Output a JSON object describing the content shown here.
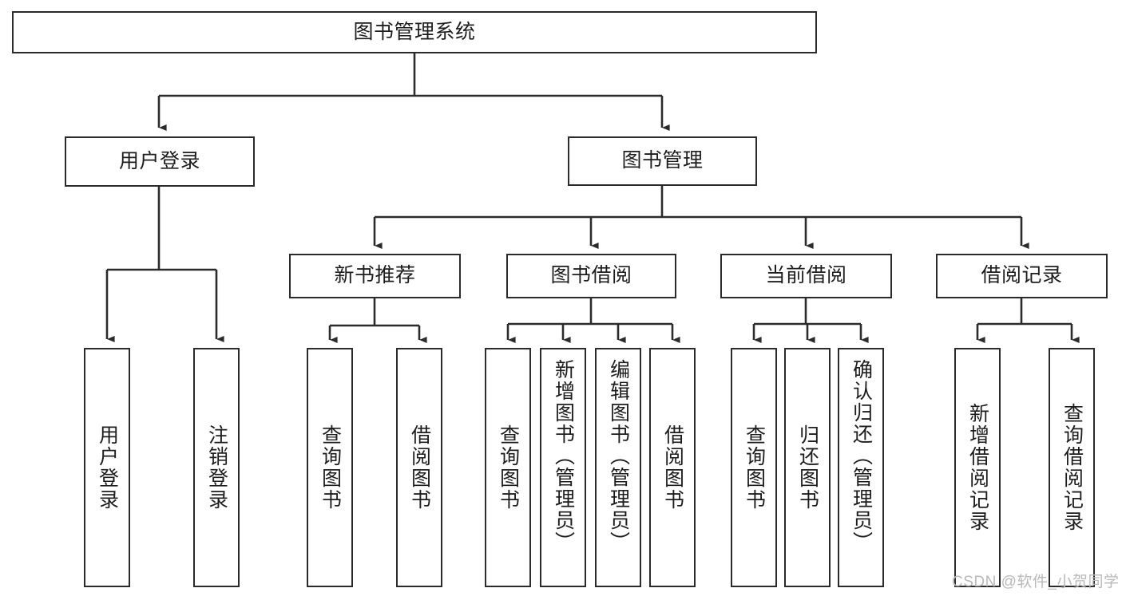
{
  "diagram": {
    "title": "图书管理系统",
    "type": "tree",
    "root": {
      "id": "root",
      "label": "图书管理系统"
    },
    "level2": [
      {
        "id": "user-login",
        "label": "用户登录"
      },
      {
        "id": "book-manage",
        "label": "图书管理"
      }
    ],
    "level3": [
      {
        "id": "new-book-recommend",
        "label": "新书推荐",
        "parent": "book-manage"
      },
      {
        "id": "book-borrow",
        "label": "图书借阅",
        "parent": "book-manage"
      },
      {
        "id": "current-borrow",
        "label": "当前借阅",
        "parent": "book-manage"
      },
      {
        "id": "borrow-record",
        "label": "借阅记录",
        "parent": "book-manage"
      }
    ],
    "leaves": [
      {
        "id": "leaf-user-login",
        "label": "用户登录",
        "parent": "user-login"
      },
      {
        "id": "leaf-user-logout",
        "label": "注销登录",
        "parent": "user-login"
      },
      {
        "id": "leaf-query-book-1",
        "label": "查询图书",
        "parent": "new-book-recommend"
      },
      {
        "id": "leaf-borrow-book-1",
        "label": "借阅图书",
        "parent": "new-book-recommend"
      },
      {
        "id": "leaf-query-book-2",
        "label": "查询图书",
        "parent": "book-borrow"
      },
      {
        "id": "leaf-add-book",
        "label": "新增图书（管理员）",
        "parent": "book-borrow"
      },
      {
        "id": "leaf-edit-book",
        "label": "编辑图书（管理员）",
        "parent": "book-borrow"
      },
      {
        "id": "leaf-borrow-book-2",
        "label": "借阅图书",
        "parent": "book-borrow"
      },
      {
        "id": "leaf-query-book-3",
        "label": "查询图书",
        "parent": "current-borrow"
      },
      {
        "id": "leaf-return-book",
        "label": "归还图书",
        "parent": "current-borrow"
      },
      {
        "id": "leaf-confirm-return",
        "label": "确认归还（管理员）",
        "parent": "current-borrow"
      },
      {
        "id": "leaf-add-record",
        "label": "新增借阅记录",
        "parent": "borrow-record"
      },
      {
        "id": "leaf-query-record",
        "label": "查询借阅记录",
        "parent": "borrow-record"
      }
    ],
    "colors": {
      "stroke": "#2b2b2b",
      "fill": "#ffffff",
      "text": "#1d1d1d",
      "watermark": "#b9b9b9"
    }
  },
  "watermark": {
    "text": "CSDN @软件_小贺同学"
  }
}
